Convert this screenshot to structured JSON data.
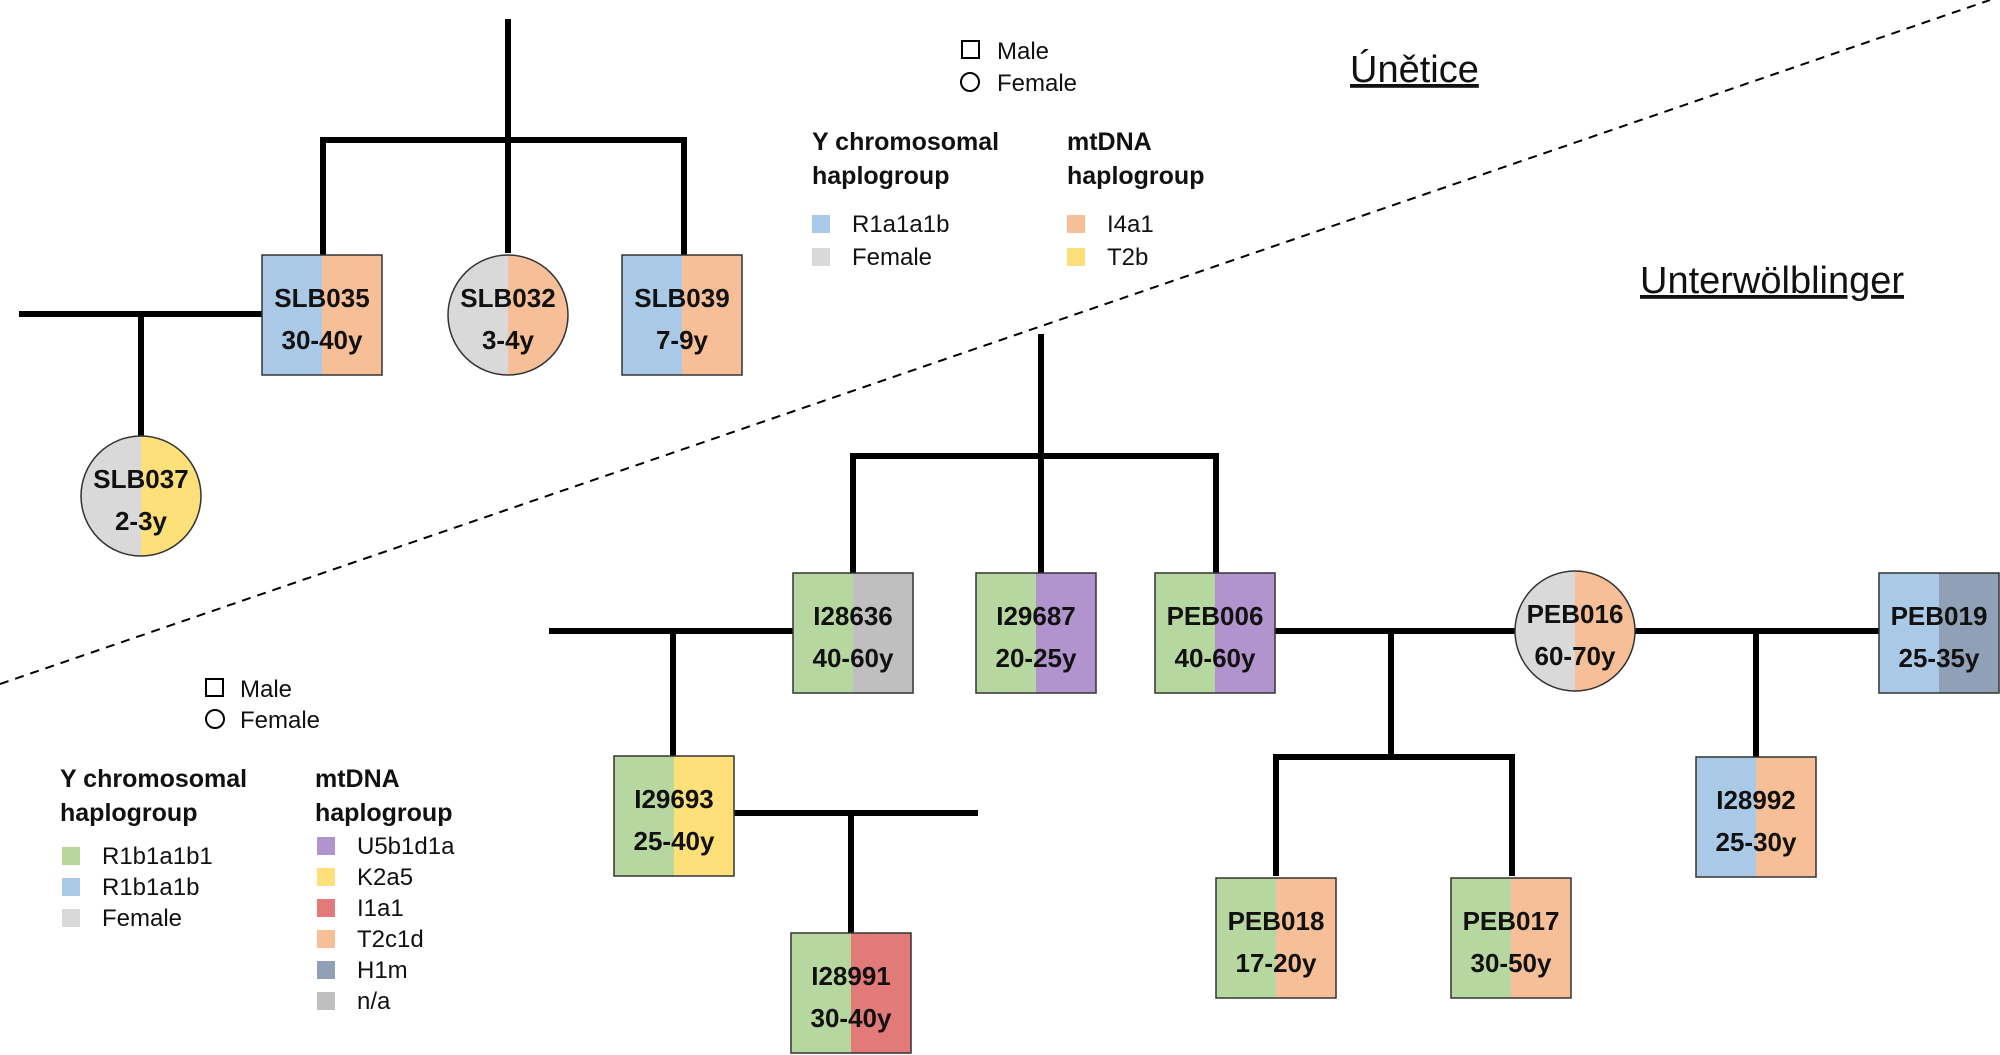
{
  "titles": {
    "unetice": "Únětice",
    "unterwolblinger": "Unterwölblinger"
  },
  "colors": {
    "R1b1a1b1": "#b7d7a0",
    "R1b1a1b": "#a9c9e6",
    "R1a1a1b": "#a9c9e6",
    "Female": "#d9d9d9",
    "U5b1d1a": "#b193ce",
    "K2a5": "#fde07a",
    "T2b": "#fde07a",
    "I1a1": "#e27a7a",
    "T2c1d": "#f6bf98",
    "I4a1": "#f6bf98",
    "H1m": "#8fa0b7",
    "n/a": "#bfbfbf"
  },
  "legend_top": {
    "male": "Male",
    "female": "Female",
    "y_header": [
      "Y chromosomal",
      "haplogroup"
    ],
    "mt_header": [
      "mtDNA",
      "haplogroup"
    ],
    "y_items": [
      {
        "label": "R1a1a1b",
        "color": "#a9c9e6"
      },
      {
        "label": "Female",
        "color": "#d9d9d9"
      }
    ],
    "mt_items": [
      {
        "label": "I4a1",
        "color": "#f6bf98"
      },
      {
        "label": "T2b",
        "color": "#fde07a"
      }
    ]
  },
  "legend_bottom": {
    "male": "Male",
    "female": "Female",
    "y_header": [
      "Y chromosomal",
      "haplogroup"
    ],
    "mt_header": [
      "mtDNA",
      "haplogroup"
    ],
    "y_items": [
      {
        "label": "R1b1a1b1",
        "color": "#b7d7a0"
      },
      {
        "label": "R1b1a1b",
        "color": "#a9c9e6"
      },
      {
        "label": "Female",
        "color": "#d9d9d9"
      }
    ],
    "mt_items": [
      {
        "label": "U5b1d1a",
        "color": "#b193ce"
      },
      {
        "label": "K2a5",
        "color": "#fde07a"
      },
      {
        "label": "I1a1",
        "color": "#e27a7a"
      },
      {
        "label": "T2c1d",
        "color": "#f6bf98"
      },
      {
        "label": "H1m",
        "color": "#8fa0b7"
      },
      {
        "label": "n/a",
        "color": "#bfbfbf"
      }
    ]
  },
  "individuals": [
    {
      "id": "SLB035",
      "age": "30-40y",
      "sex": "male",
      "y": "R1a1a1b",
      "mt": "I4a1"
    },
    {
      "id": "SLB032",
      "age": "3-4y",
      "sex": "female",
      "y": "Female",
      "mt": "I4a1"
    },
    {
      "id": "SLB039",
      "age": "7-9y",
      "sex": "male",
      "y": "R1a1a1b",
      "mt": "I4a1"
    },
    {
      "id": "SLB037",
      "age": "2-3y",
      "sex": "female",
      "y": "Female",
      "mt": "T2b"
    },
    {
      "id": "I28636",
      "age": "40-60y",
      "sex": "male",
      "y": "R1b1a1b1",
      "mt": "n/a"
    },
    {
      "id": "I29687",
      "age": "20-25y",
      "sex": "male",
      "y": "R1b1a1b1",
      "mt": "U5b1d1a"
    },
    {
      "id": "PEB006",
      "age": "40-60y",
      "sex": "male",
      "y": "R1b1a1b1",
      "mt": "U5b1d1a"
    },
    {
      "id": "PEB016",
      "age": "60-70y",
      "sex": "female",
      "y": "Female",
      "mt": "T2c1d"
    },
    {
      "id": "PEB019",
      "age": "25-35y",
      "sex": "male",
      "y": "R1b1a1b",
      "mt": "H1m"
    },
    {
      "id": "I29693",
      "age": "25-40y",
      "sex": "male",
      "y": "R1b1a1b1",
      "mt": "K2a5"
    },
    {
      "id": "I28991",
      "age": "30-40y",
      "sex": "male",
      "y": "R1b1a1b1",
      "mt": "I1a1"
    },
    {
      "id": "I28992",
      "age": "25-30y",
      "sex": "male",
      "y": "R1b1a1b",
      "mt": "T2c1d"
    },
    {
      "id": "PEB018",
      "age": "17-20y",
      "sex": "male",
      "y": "R1b1a1b1",
      "mt": "T2c1d"
    },
    {
      "id": "PEB017",
      "age": "30-50y",
      "sex": "male",
      "y": "R1b1a1b1",
      "mt": "T2c1d"
    }
  ]
}
